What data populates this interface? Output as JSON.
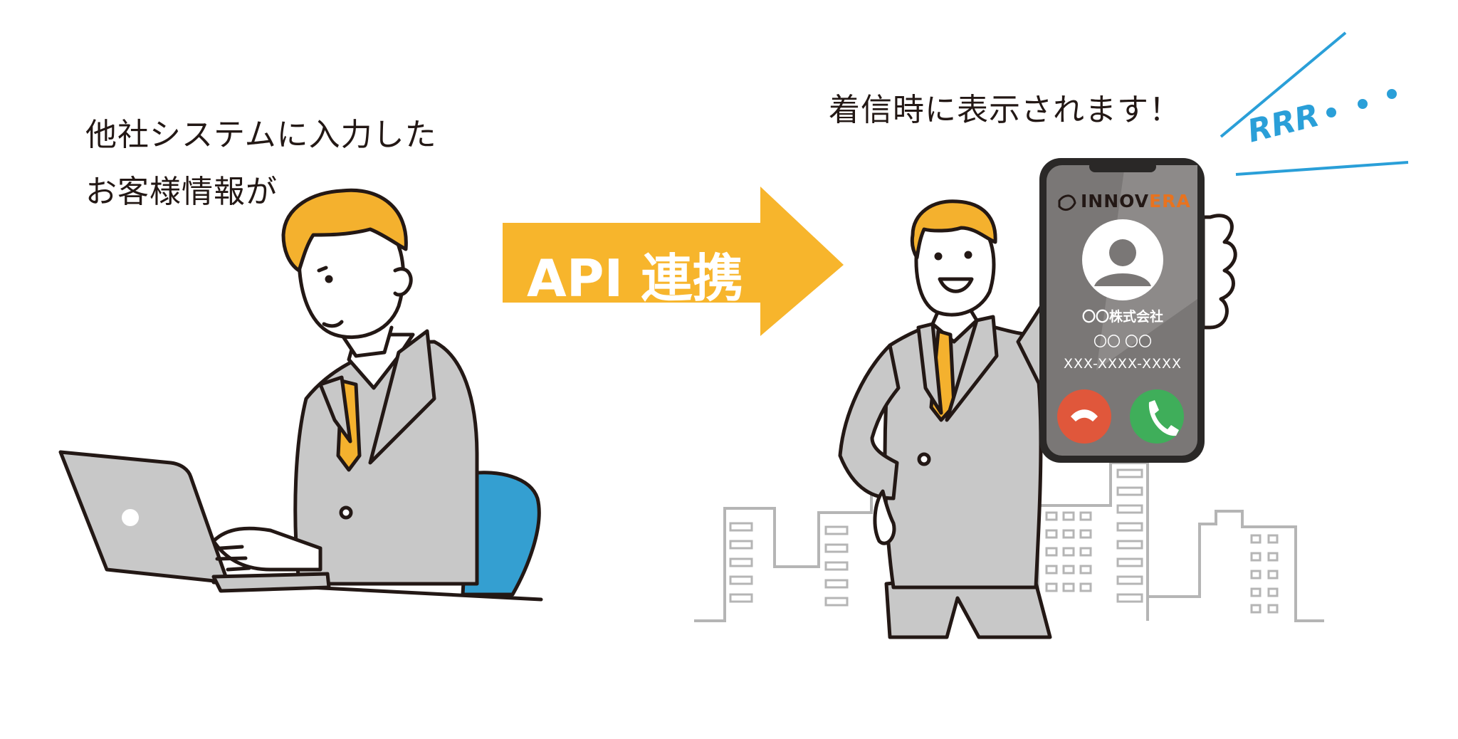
{
  "caption_left": {
    "line1": "他社システムに入力した",
    "line2": "お客様情報が"
  },
  "arrow": {
    "label": "API 連携",
    "color": "#f7b52c"
  },
  "caption_right": "着信時に表示されます！",
  "ring": {
    "text": "RRR",
    "color": "#2a9fd8"
  },
  "phone": {
    "brand_prefix": "INNOV",
    "brand_suffix": "ERA",
    "brand_accent": "#e8731f",
    "company": "〇〇株式会社",
    "name": "〇〇 〇〇",
    "number": "XXX-XXXX-XXXX",
    "decline_color": "#e0573b",
    "accept_color": "#3fae5a"
  },
  "colors": {
    "hair": "#f4b12e",
    "suit": "#c8c8c8",
    "chair": "#349fd1",
    "line": "#231815"
  }
}
